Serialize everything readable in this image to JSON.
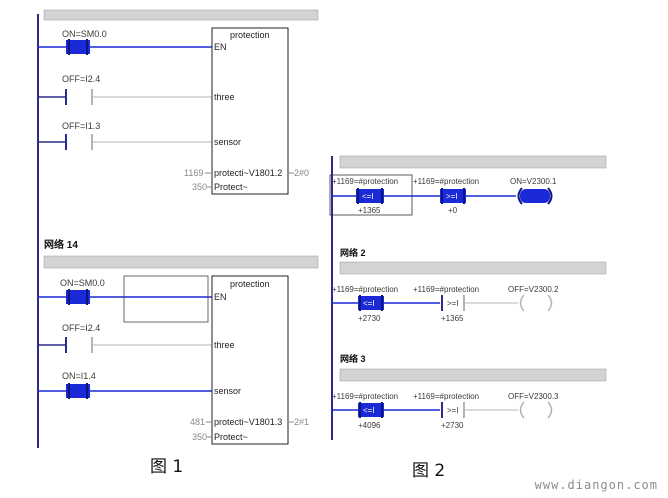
{
  "fig1": {
    "net13": {
      "contact1": "ON=SM0.0",
      "contact2": "OFF=I2.4",
      "contact3": "OFF=I1.3",
      "box_title": "protection",
      "pin_en": "EN",
      "pin_three": "three",
      "pin_sensor": "sensor",
      "val1": "1169",
      "pin_out1": "protecti~V1801.2",
      "out1_val": "2#0",
      "val2": "350",
      "pin_out2": "Protect~"
    },
    "net14": {
      "title": "网络 14",
      "contact1": "ON=SM0.0",
      "contact2": "OFF=I2.4",
      "contact3": "ON=I1.4",
      "box_title": "protection",
      "pin_en": "EN",
      "pin_three": "three",
      "pin_sensor": "sensor",
      "val1": "481",
      "pin_out1": "protecti~V1801.3",
      "out1_val": "2#1",
      "val2": "350",
      "pin_out2": "Protect~"
    }
  },
  "fig2": {
    "net1": {
      "c1_label": "+1169=#protection",
      "c1_op": "<=I",
      "c1_val": "+1365",
      "c2_label": "+1169=#protection",
      "c2_op": ">=I",
      "c2_val": "+0",
      "coil_label": "ON=V2300.1"
    },
    "net2": {
      "title": "网络 2",
      "c1_label": "+1169=#protection",
      "c1_op": "<=I",
      "c1_val": "+2730",
      "c2_label": "+1169=#protection",
      "c2_op": ">=I",
      "c2_val": "+1365",
      "coil_label": "OFF=V2300.2"
    },
    "net3": {
      "title": "网络 3",
      "c1_label": "+1169=#protection",
      "c1_op": "<=I",
      "c1_val": "+4096",
      "c2_label": "+1169=#protection",
      "c2_op": ">=I",
      "c2_val": "+2730",
      "coil_label": "OFF=V2300.3"
    }
  },
  "captions": {
    "fig1": "图 1",
    "fig2": "图 2"
  },
  "watermark": "www.diangon.com",
  "colors": {
    "rail": "#2b2b8c",
    "active": "#1a2ad6",
    "inactive": "#b4b4b4",
    "header_bar": "#d3d3d3"
  }
}
